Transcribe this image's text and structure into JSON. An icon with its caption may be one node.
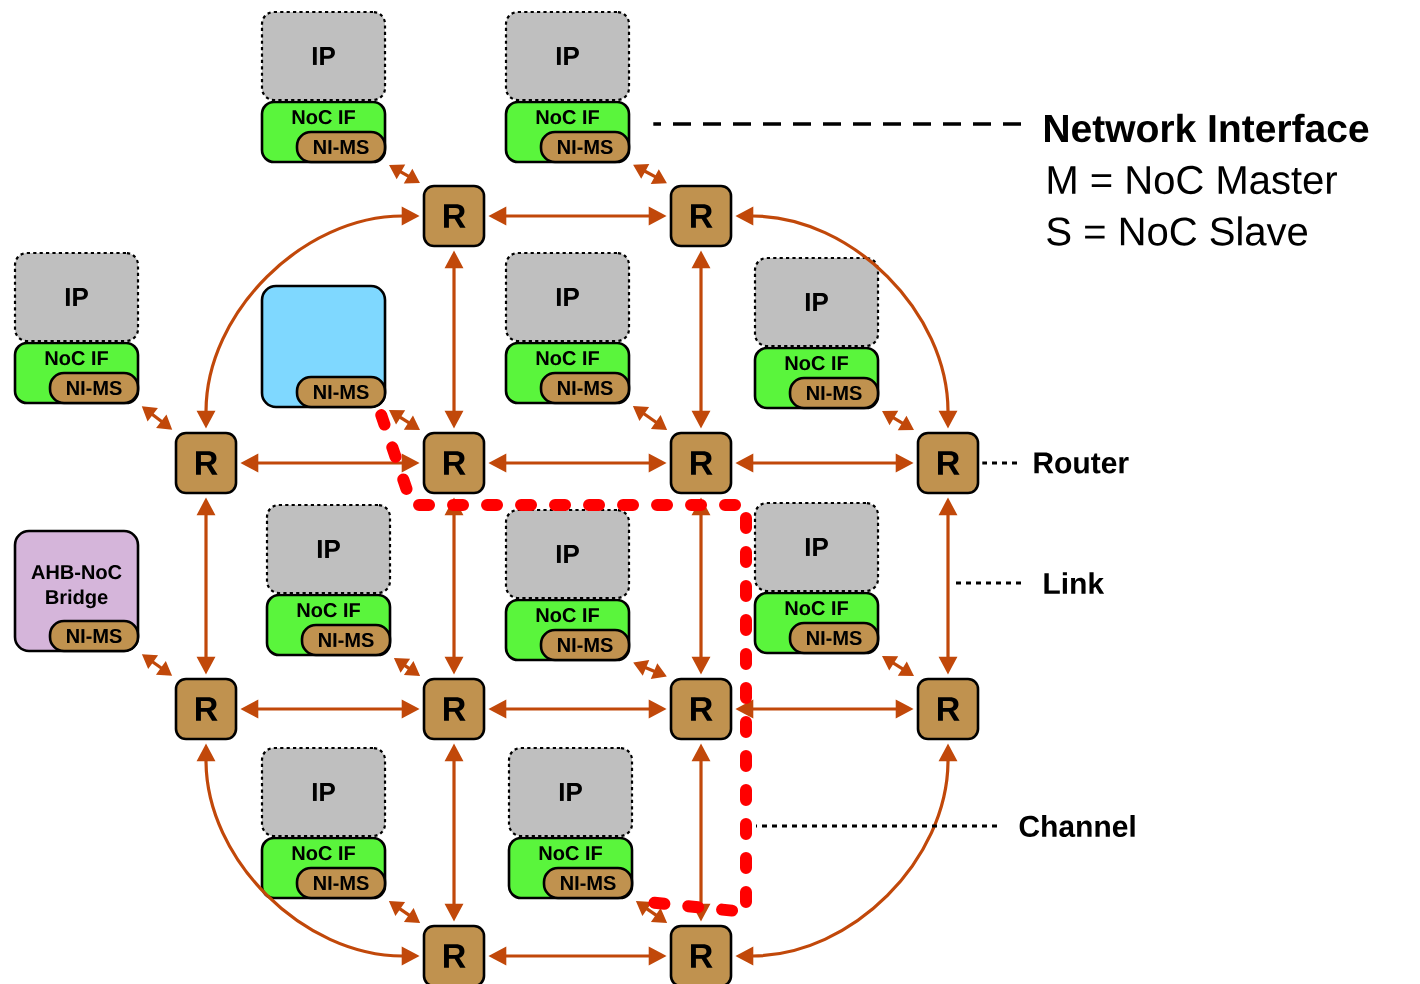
{
  "diagram": {
    "nodes": [
      {
        "text": [
          "IP"
        ]
      },
      {
        "text": [
          "NoC IF"
        ]
      },
      {
        "text": [
          "NI-MS"
        ],
        "in": 1
      },
      {
        "text": [
          "IP"
        ]
      },
      {
        "text": [
          "NoC IF"
        ]
      },
      {
        "text": [
          "NI-MS"
        ],
        "in": 4
      },
      {
        "text": [
          "Network Interface"
        ]
      },
      {
        "text": [
          "R"
        ]
      },
      {
        "text": [
          "R"
        ]
      },
      {
        "text": [
          "IP"
        ]
      },
      {
        "text": [
          "NoC IF"
        ]
      },
      {
        "text": [
          "NI-MS"
        ],
        "in": 10
      },
      {
        "text": [],
        "shape": "box"
      },
      {
        "text": [
          "NI-MS"
        ],
        "in": 12
      },
      {
        "text": [
          "IP"
        ]
      },
      {
        "text": [
          "NoC IF"
        ]
      },
      {
        "text": [
          "NI-MS"
        ],
        "in": 15
      },
      {
        "text": [
          "IP"
        ]
      },
      {
        "text": [
          "NoC IF"
        ]
      },
      {
        "text": [
          "NI-MS"
        ],
        "in": 18
      },
      {
        "text": [
          "R"
        ]
      },
      {
        "text": [
          "R"
        ]
      },
      {
        "text": [
          "R"
        ]
      },
      {
        "text": [
          "R"
        ]
      },
      {
        "text": [
          "Router"
        ]
      },
      {
        "text": [
          "AHB-NoC Bridge"
        ]
      },
      {
        "text": [
          "NI-MS"
        ],
        "in": 25
      },
      {
        "text": [
          "IP"
        ]
      },
      {
        "text": [
          "NoC IF"
        ]
      },
      {
        "text": [
          "NI-MS"
        ],
        "in": 28
      },
      {
        "text": [
          "IP"
        ]
      },
      {
        "text": [
          "NoC IF"
        ]
      },
      {
        "text": [
          "NI-MS"
        ],
        "in": 31
      },
      {
        "text": [
          "IP"
        ]
      },
      {
        "text": [
          "NoC IF"
        ]
      },
      {
        "text": [
          "NI-MS"
        ],
        "in": 34
      },
      {
        "text": [
          "Link"
        ]
      },
      {
        "text": [
          "R"
        ]
      },
      {
        "text": [
          "R"
        ]
      },
      {
        "text": [
          "R"
        ]
      },
      {
        "text": [
          "R"
        ]
      },
      {
        "text": [
          "IP"
        ]
      },
      {
        "text": [
          "NoC IF"
        ]
      },
      {
        "text": [
          "NI-MS"
        ],
        "in": 42
      },
      {
        "text": [
          "IP"
        ]
      },
      {
        "text": [
          "NoC IF"
        ]
      },
      {
        "text": [
          "NI-MS"
        ],
        "in": 45
      },
      {
        "text": [
          "Channel"
        ]
      },
      {
        "text": [
          "R"
        ]
      },
      {
        "text": [
          "R"
        ]
      }
    ],
    "edges": [
      {
        "from": 2,
        "to": 7,
        "arrow": "both"
      },
      {
        "from": 5,
        "to": 8,
        "arrow": "both"
      },
      {
        "from": 11,
        "to": 20,
        "arrow": "both"
      },
      {
        "from": 13,
        "to": 21,
        "arrow": "both"
      },
      {
        "from": 16,
        "to": 22,
        "arrow": "both"
      },
      {
        "from": 19,
        "to": 23,
        "arrow": "both"
      },
      {
        "from": 26,
        "to": 37,
        "arrow": "both"
      },
      {
        "from": 29,
        "to": 38,
        "arrow": "both"
      },
      {
        "from": 32,
        "to": 39,
        "arrow": "both"
      },
      {
        "from": 35,
        "to": 40,
        "arrow": "both"
      },
      {
        "from": 43,
        "to": 48,
        "arrow": "both"
      },
      {
        "from": 46,
        "to": 49,
        "arrow": "both"
      },
      {
        "from": 7,
        "to": 8,
        "arrow": "both"
      },
      {
        "from": 20,
        "to": 7,
        "arrow": "both"
      },
      {
        "from": 8,
        "to": 23,
        "arrow": "both"
      },
      {
        "from": 7,
        "to": 21,
        "arrow": "both"
      },
      {
        "from": 8,
        "to": 22,
        "arrow": "both"
      },
      {
        "from": 20,
        "to": 21,
        "arrow": "both"
      },
      {
        "from": 21,
        "to": 22,
        "arrow": "both"
      },
      {
        "from": 22,
        "to": 23,
        "arrow": "both"
      },
      {
        "from": 20,
        "to": 37,
        "arrow": "both"
      },
      {
        "from": 21,
        "to": 38,
        "arrow": "both"
      },
      {
        "from": 22,
        "to": 39,
        "arrow": "both"
      },
      {
        "from": 23,
        "to": 40,
        "arrow": "both"
      },
      {
        "from": 37,
        "to": 38,
        "arrow": "both"
      },
      {
        "from": 38,
        "to": 39,
        "arrow": "both"
      },
      {
        "from": 39,
        "to": 40,
        "arrow": "both"
      },
      {
        "from": 37,
        "to": 48,
        "arrow": "both"
      },
      {
        "from": 40,
        "to": 49,
        "arrow": "both"
      },
      {
        "from": 38,
        "to": 48,
        "arrow": "both"
      },
      {
        "from": 39,
        "to": 49,
        "arrow": "both"
      },
      {
        "from": 48,
        "to": 49,
        "arrow": "both"
      },
      {
        "from": 13,
        "to": 46,
        "arrow": "none",
        "style": "dashed",
        "color": "#ff0000"
      },
      {
        "from": 6,
        "to": 4,
        "arrow": "none",
        "style": "dashed",
        "color": "#000000"
      },
      {
        "from": 24,
        "to": 23,
        "arrow": "none",
        "style": "dashed",
        "color": "#000000"
      },
      {
        "from": 36,
        "to": null,
        "arrow": "none",
        "style": "dashed",
        "color": "#000000"
      },
      {
        "from": 47,
        "to": null,
        "arrow": "none",
        "style": "dashed",
        "color": "#000000"
      }
    ],
    "labels": [
      "M = NoC Master",
      "S = NoC Slave"
    ]
  }
}
